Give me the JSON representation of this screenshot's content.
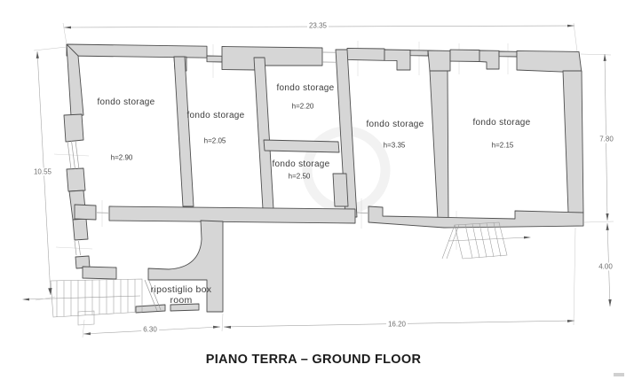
{
  "title": "PIANO TERRA – GROUND FLOOR",
  "rooms": [
    {
      "name": "fondo storage",
      "height": "h=2.90"
    },
    {
      "name": "fondo storage",
      "height": "h=2.05"
    },
    {
      "name": "fondo storage",
      "height": "h=2.20"
    },
    {
      "name": "fondo storage",
      "height": "h=2.50"
    },
    {
      "name": "fondo storage",
      "height": "h=3.35"
    },
    {
      "name": "fondo storage",
      "height": "h=2.15"
    },
    {
      "name": "ripostiglio box room"
    }
  ],
  "dimensions": {
    "total_width": "23.35",
    "left_height": "10.55",
    "right_upper_height": "7.80",
    "right_lower_height": "4.00",
    "bottom_left_width": "6.30",
    "bottom_right_width": "16.20"
  },
  "colors": {
    "wall-fill": "#d6d6d6",
    "wall-outline": "#4f4f4f",
    "dim-line": "#a6a6a6",
    "label-text": "#3c3c3c",
    "title-text": "#1c1c1c"
  }
}
